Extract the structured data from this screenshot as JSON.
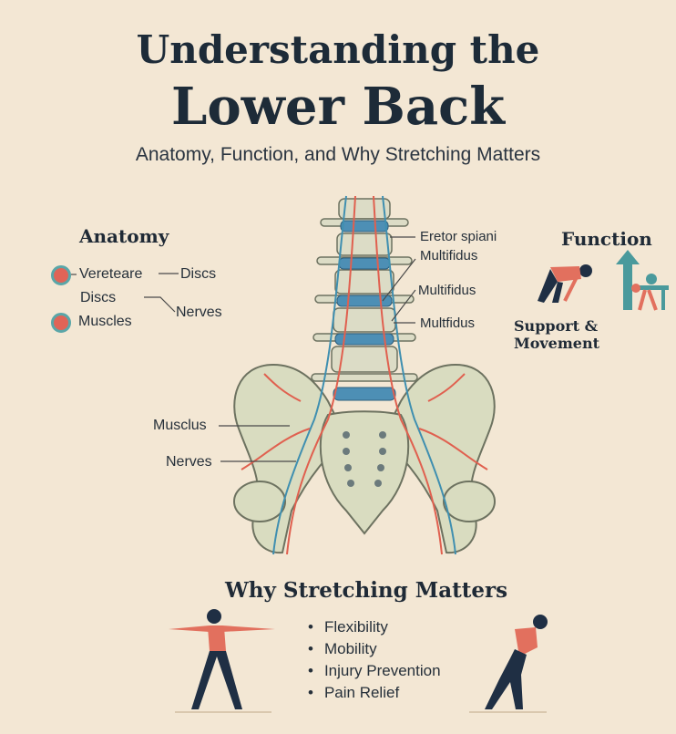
{
  "header": {
    "title_line1": "Understanding the",
    "title_line2": "Lower Back",
    "subtitle": "Anatomy, Function, and Why Stretching Matters"
  },
  "anatomy": {
    "heading": "Anatomy",
    "items": [
      "Vereteare",
      "Discs",
      "Discs",
      "Nerves",
      "Muscles"
    ]
  },
  "diagram_labels": {
    "right": [
      "Eretor spiani",
      "Multifidus",
      "Multifidus",
      "Multfidus"
    ],
    "left": [
      "Musclus",
      "Nerves"
    ]
  },
  "function": {
    "heading": "Function",
    "caption": "Support & Movement"
  },
  "stretching": {
    "heading": "Why Stretching Matters",
    "bullets": [
      "Flexibility",
      "Mobility",
      "Injury Prevention",
      "Pain Relief"
    ]
  },
  "colors": {
    "background": "#f3e7d4",
    "bone": "#d9dcc0",
    "nerve": "#e0604f",
    "vessel": "#3f8fb0",
    "disc": "#4d8fb5",
    "figure_shirt": "#e2705e",
    "figure_pants": "#1f2f44",
    "teal": "#4a9a9c"
  }
}
